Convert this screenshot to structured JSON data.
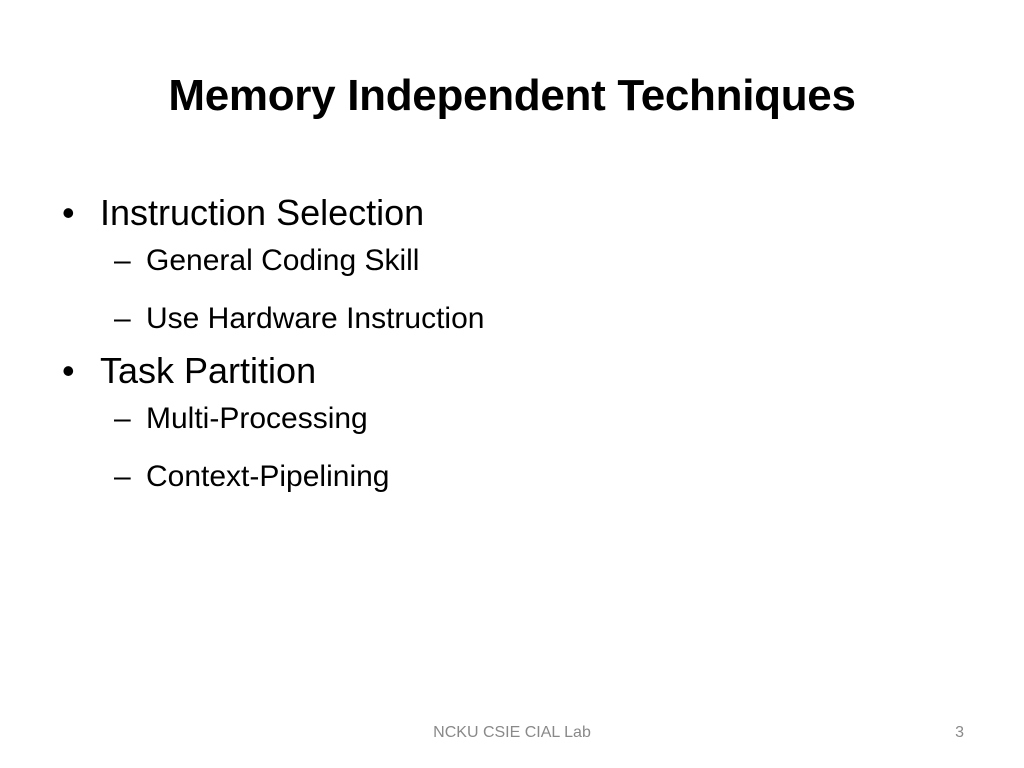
{
  "slide": {
    "title": "Memory Independent Techniques",
    "bullets": [
      {
        "marker": "•",
        "text": "Instruction Selection",
        "subitems": [
          {
            "marker": "–",
            "text": "General Coding Skill"
          },
          {
            "marker": "–",
            "text": "Use Hardware Instruction"
          }
        ]
      },
      {
        "marker": "•",
        "text": "Task Partition",
        "subitems": [
          {
            "marker": "–",
            "text": "Multi-Processing"
          },
          {
            "marker": "–",
            "text": "Context-Pipelining"
          }
        ]
      }
    ],
    "footer": "NCKU CSIE CIAL Lab",
    "page_number": "3"
  },
  "colors": {
    "background": "#ffffff",
    "text": "#000000",
    "footer_text": "#898989"
  }
}
